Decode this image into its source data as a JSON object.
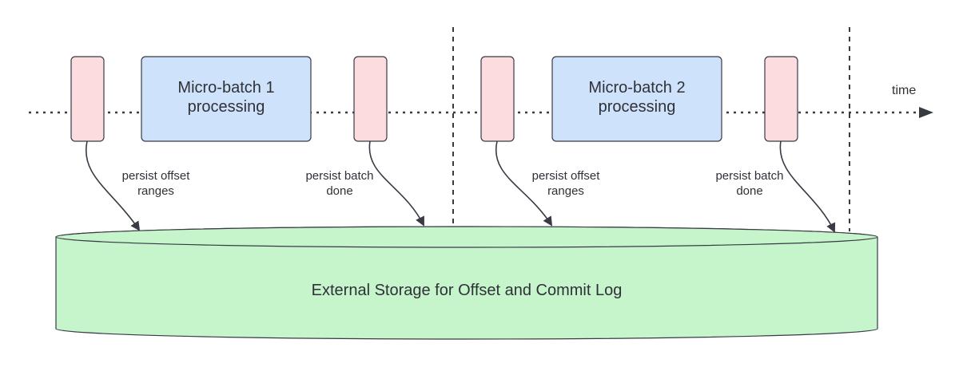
{
  "diagram": {
    "time_label": "time",
    "batches": [
      {
        "line1": "Micro-batch 1",
        "line2": "processing"
      },
      {
        "line1": "Micro-batch 2",
        "line2": "processing"
      }
    ],
    "annotations": [
      {
        "line1": "persist offset",
        "line2": "ranges"
      },
      {
        "line1": "persist batch",
        "line2": "done"
      },
      {
        "line1": "persist offset",
        "line2": "ranges"
      },
      {
        "line1": "persist batch",
        "line2": "done"
      }
    ],
    "storage_label": "External Storage for Offset and Commit Log",
    "colors": {
      "marker_fill": "#fcdcdf",
      "batch_fill": "#cfe2fb",
      "storage_fill": "#c6f4cb",
      "stroke": "#383b44"
    }
  }
}
